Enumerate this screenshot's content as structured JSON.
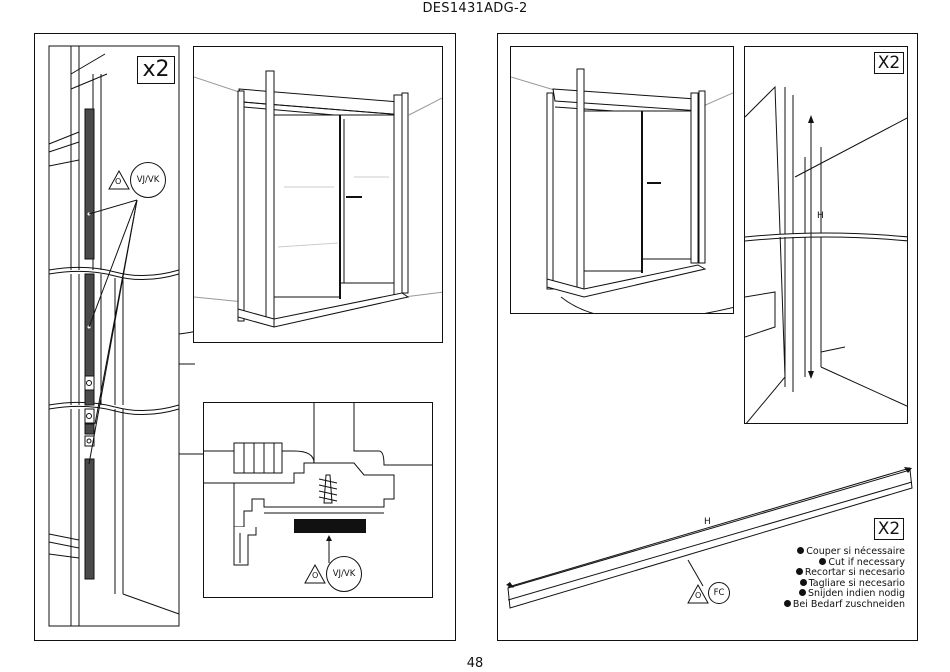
{
  "document": {
    "title": "DES1431ADG-2",
    "page_number": "48"
  },
  "left_panel": {
    "quantity": "x2",
    "reference_code": "VJ/VK",
    "reference_code_detail": "VJ/VK",
    "warning_letter": "O"
  },
  "right_panel": {
    "quantity_top": "X2",
    "quantity_bottom": "X2",
    "dimension_label": "H",
    "dimension_label_profile": "H",
    "reference_code": "FC",
    "warning_letter": "O",
    "instructions": [
      "Couper si nécessaire",
      "Cut if necessary",
      "Recortar si necesario",
      "Tagliare si necesario",
      "Snijden indien nodig",
      "Bei Bedarf zuschneiden"
    ]
  }
}
